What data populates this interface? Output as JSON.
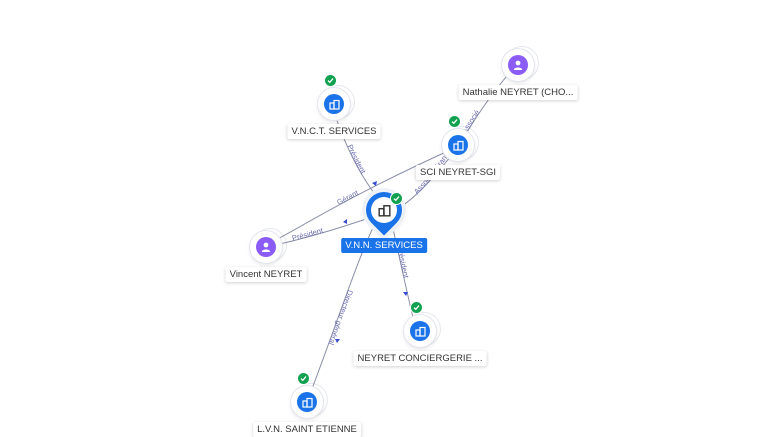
{
  "colors": {
    "company": "#1a73e8",
    "person": "#8b5cf6",
    "verified": "#12a150",
    "edge": "#8a8fa8",
    "edge_label": "#6b6bb0"
  },
  "center": {
    "label": "V.N.N. SERVICES",
    "icon": "building-icon"
  },
  "nodes": [
    {
      "id": "nathalie",
      "label": "Nathalie NEYRET (CHO...",
      "kind": "person"
    },
    {
      "id": "vnct",
      "label": "V.N.C.T. SERVICES",
      "kind": "company",
      "verified": true
    },
    {
      "id": "sci",
      "label": "SCI NEYRET-SGI",
      "kind": "company",
      "verified": true
    },
    {
      "id": "vincent",
      "label": "Vincent NEYRET",
      "kind": "person"
    },
    {
      "id": "conciergerie",
      "label": "NEYRET CONCIERGERIE ...",
      "kind": "company",
      "verified": true
    },
    {
      "id": "lvn",
      "label": "L.V.N. SAINT ETIENNE",
      "kind": "company",
      "verified": true
    }
  ],
  "edges": [
    {
      "id": "e-vnct",
      "label": "Président"
    },
    {
      "id": "e-gerant",
      "label": "Gérant"
    },
    {
      "id": "e-vincent",
      "label": "Président"
    },
    {
      "id": "e-sci",
      "label": "Associé gérant"
    },
    {
      "id": "e-nathalie",
      "label": "Associé"
    },
    {
      "id": "e-conciergerie",
      "label": "Président"
    },
    {
      "id": "e-lvn",
      "label": "Directeur général"
    }
  ]
}
